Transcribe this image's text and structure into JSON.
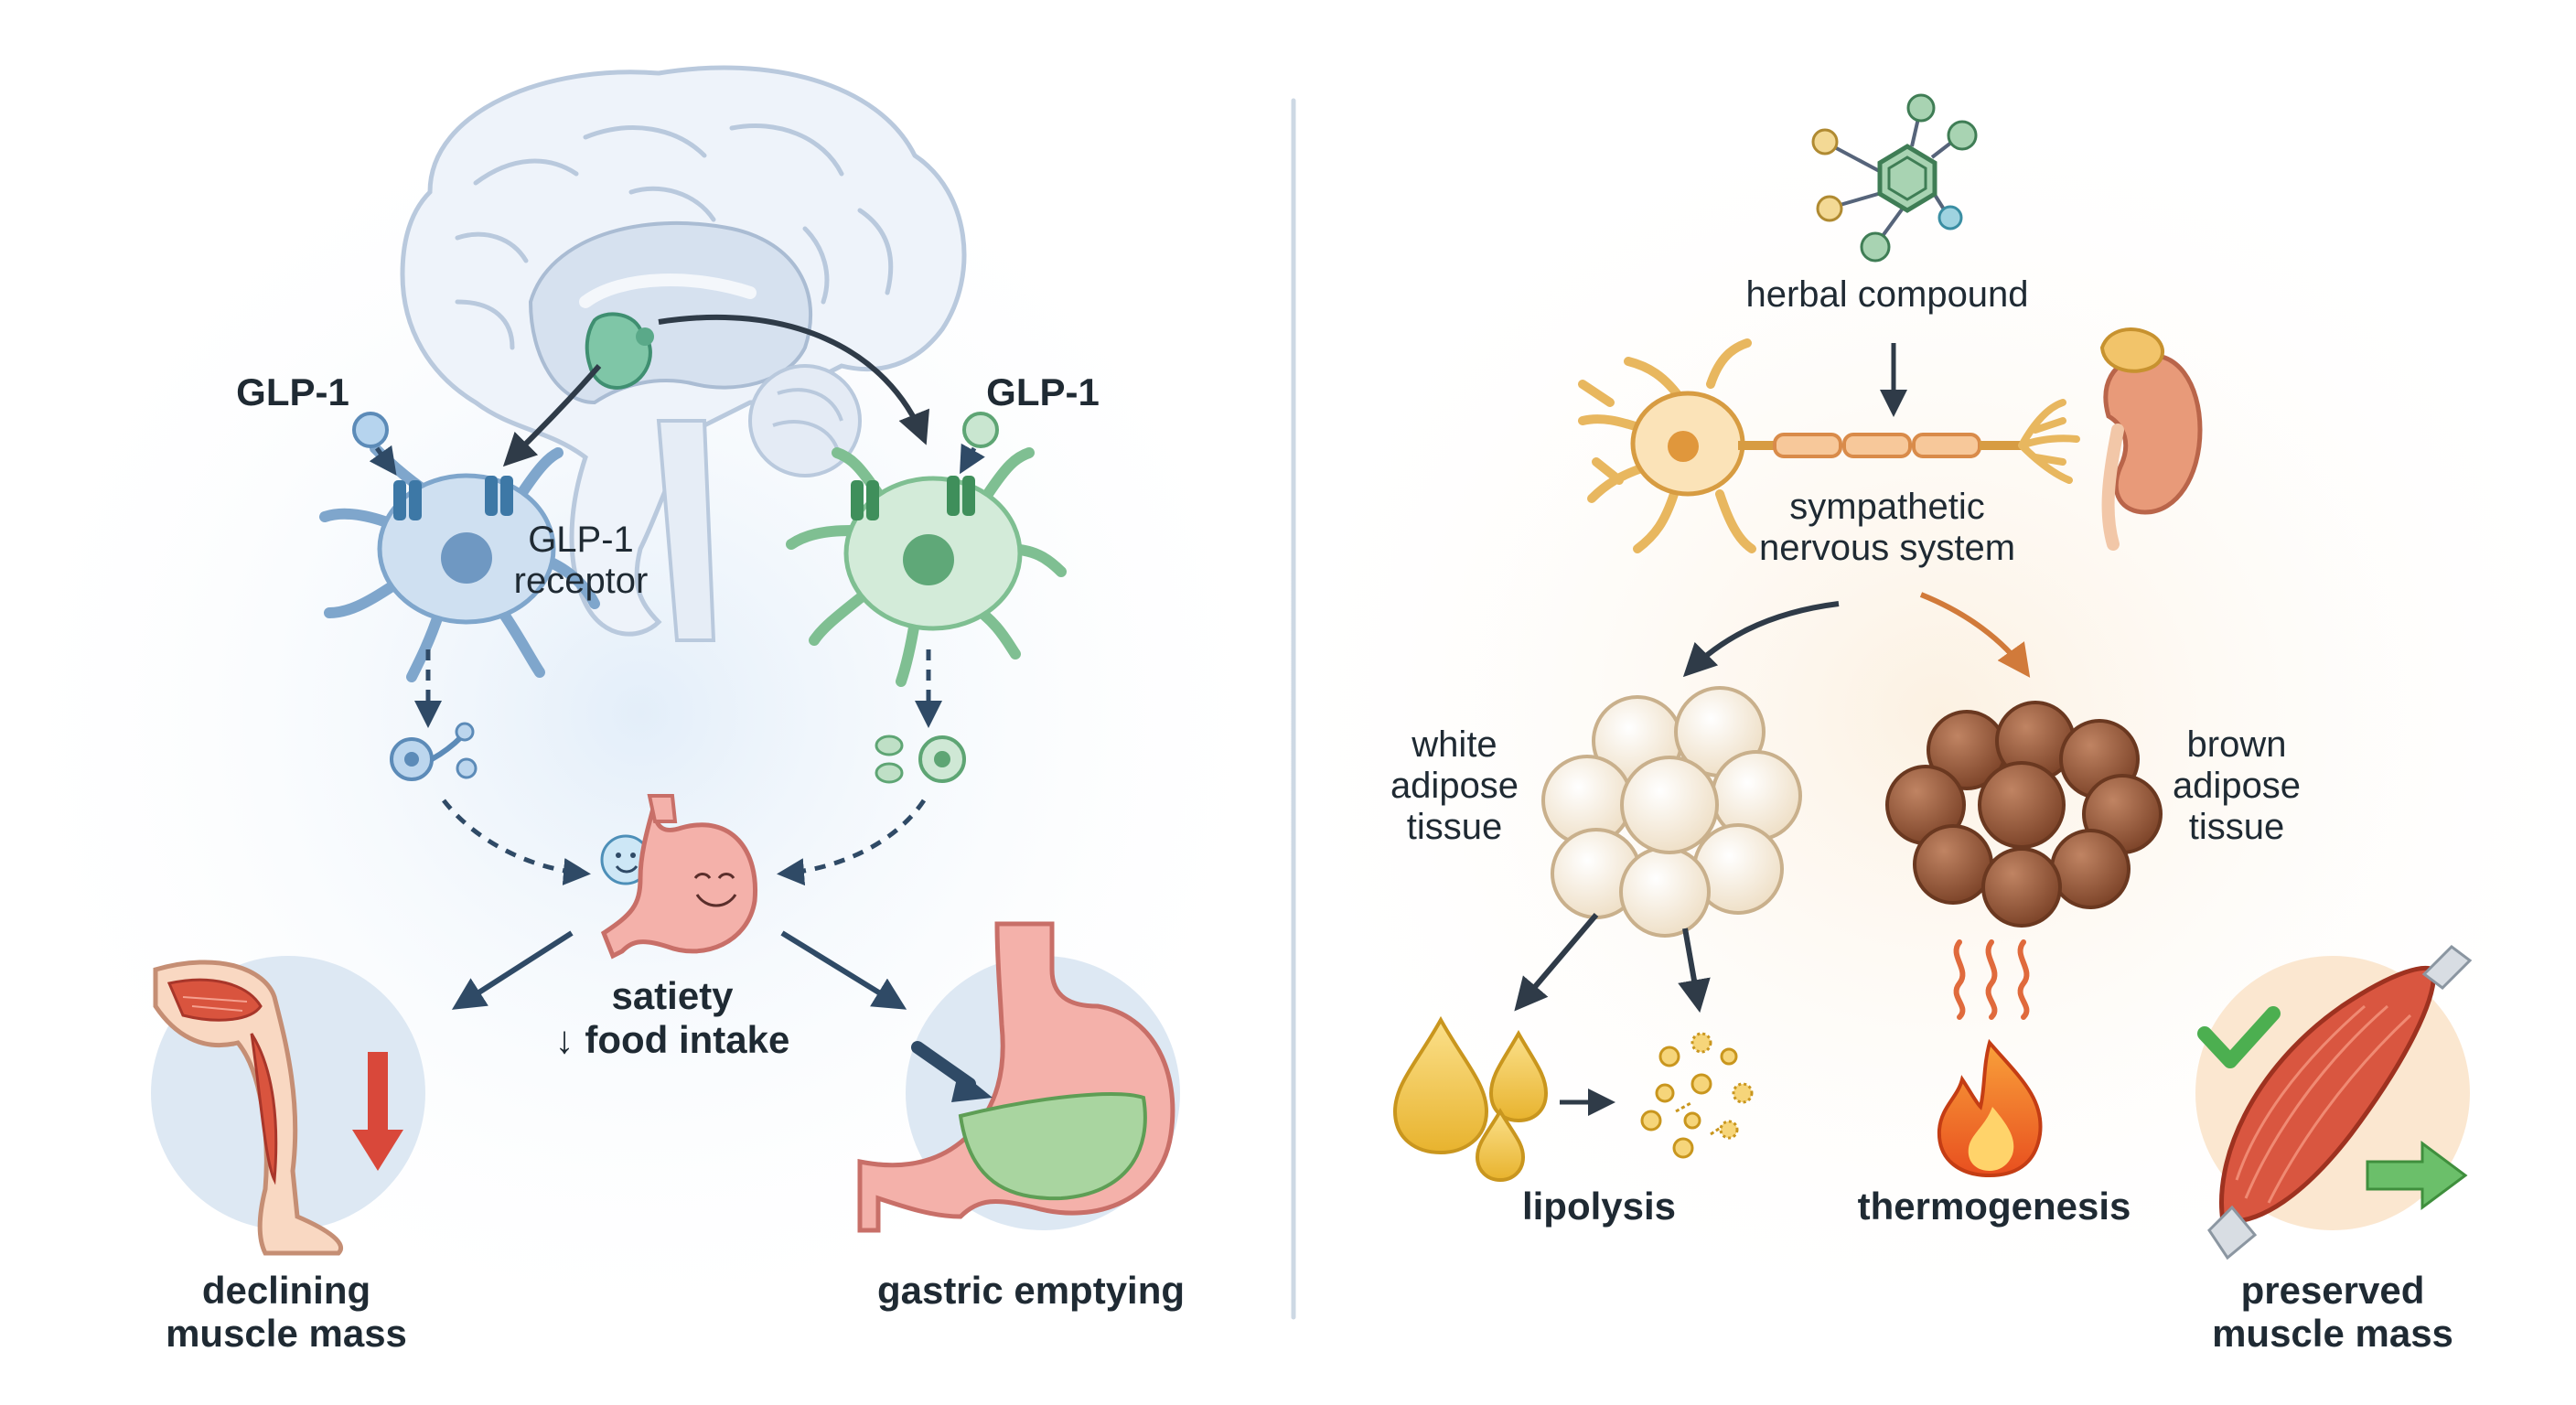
{
  "left_panel": {
    "glp1_left": "GLP-1",
    "glp1_right": "GLP-1",
    "receptor_line1": "GLP-1",
    "receptor_line2": "receptor",
    "satiety": "satiety",
    "food_intake_arrow": "↓",
    "food_intake": "food intake",
    "muscle_decline_line1": "declining",
    "muscle_decline_line2": "muscle mass",
    "gastric": "gastric emptying"
  },
  "right_panel": {
    "herbal": "herbal compound",
    "sns_line1": "sympathetic",
    "sns_line2": "nervous system",
    "wat_line1": "white",
    "wat_line2": "adipose",
    "wat_line3": "tissue",
    "bat_line1": "brown",
    "bat_line2": "adipose",
    "bat_line3": "tissue",
    "lipolysis": "lipolysis",
    "thermogenesis": "thermogenesis",
    "preserved_line1": "preserved",
    "preserved_line2": "muscle mass"
  },
  "colors": {
    "left_glow": "#e3eef9",
    "right_glow": "#fcf1e2",
    "divider": "#cdd8e4",
    "arrow_dark": "#2f3b48",
    "arrow_orange": "#d17a3a",
    "neuron_blue": "#a9c7e3",
    "neuron_green": "#a8d3b2",
    "stomach_pink": "#f2a9a3",
    "muscle_red": "#d9543e",
    "white_fat": "#fbf3e6",
    "brown_fat": "#9b5a3e",
    "fat_drop": "#f2c84b",
    "flame": "#f26b2b",
    "check_green": "#4caf50"
  }
}
